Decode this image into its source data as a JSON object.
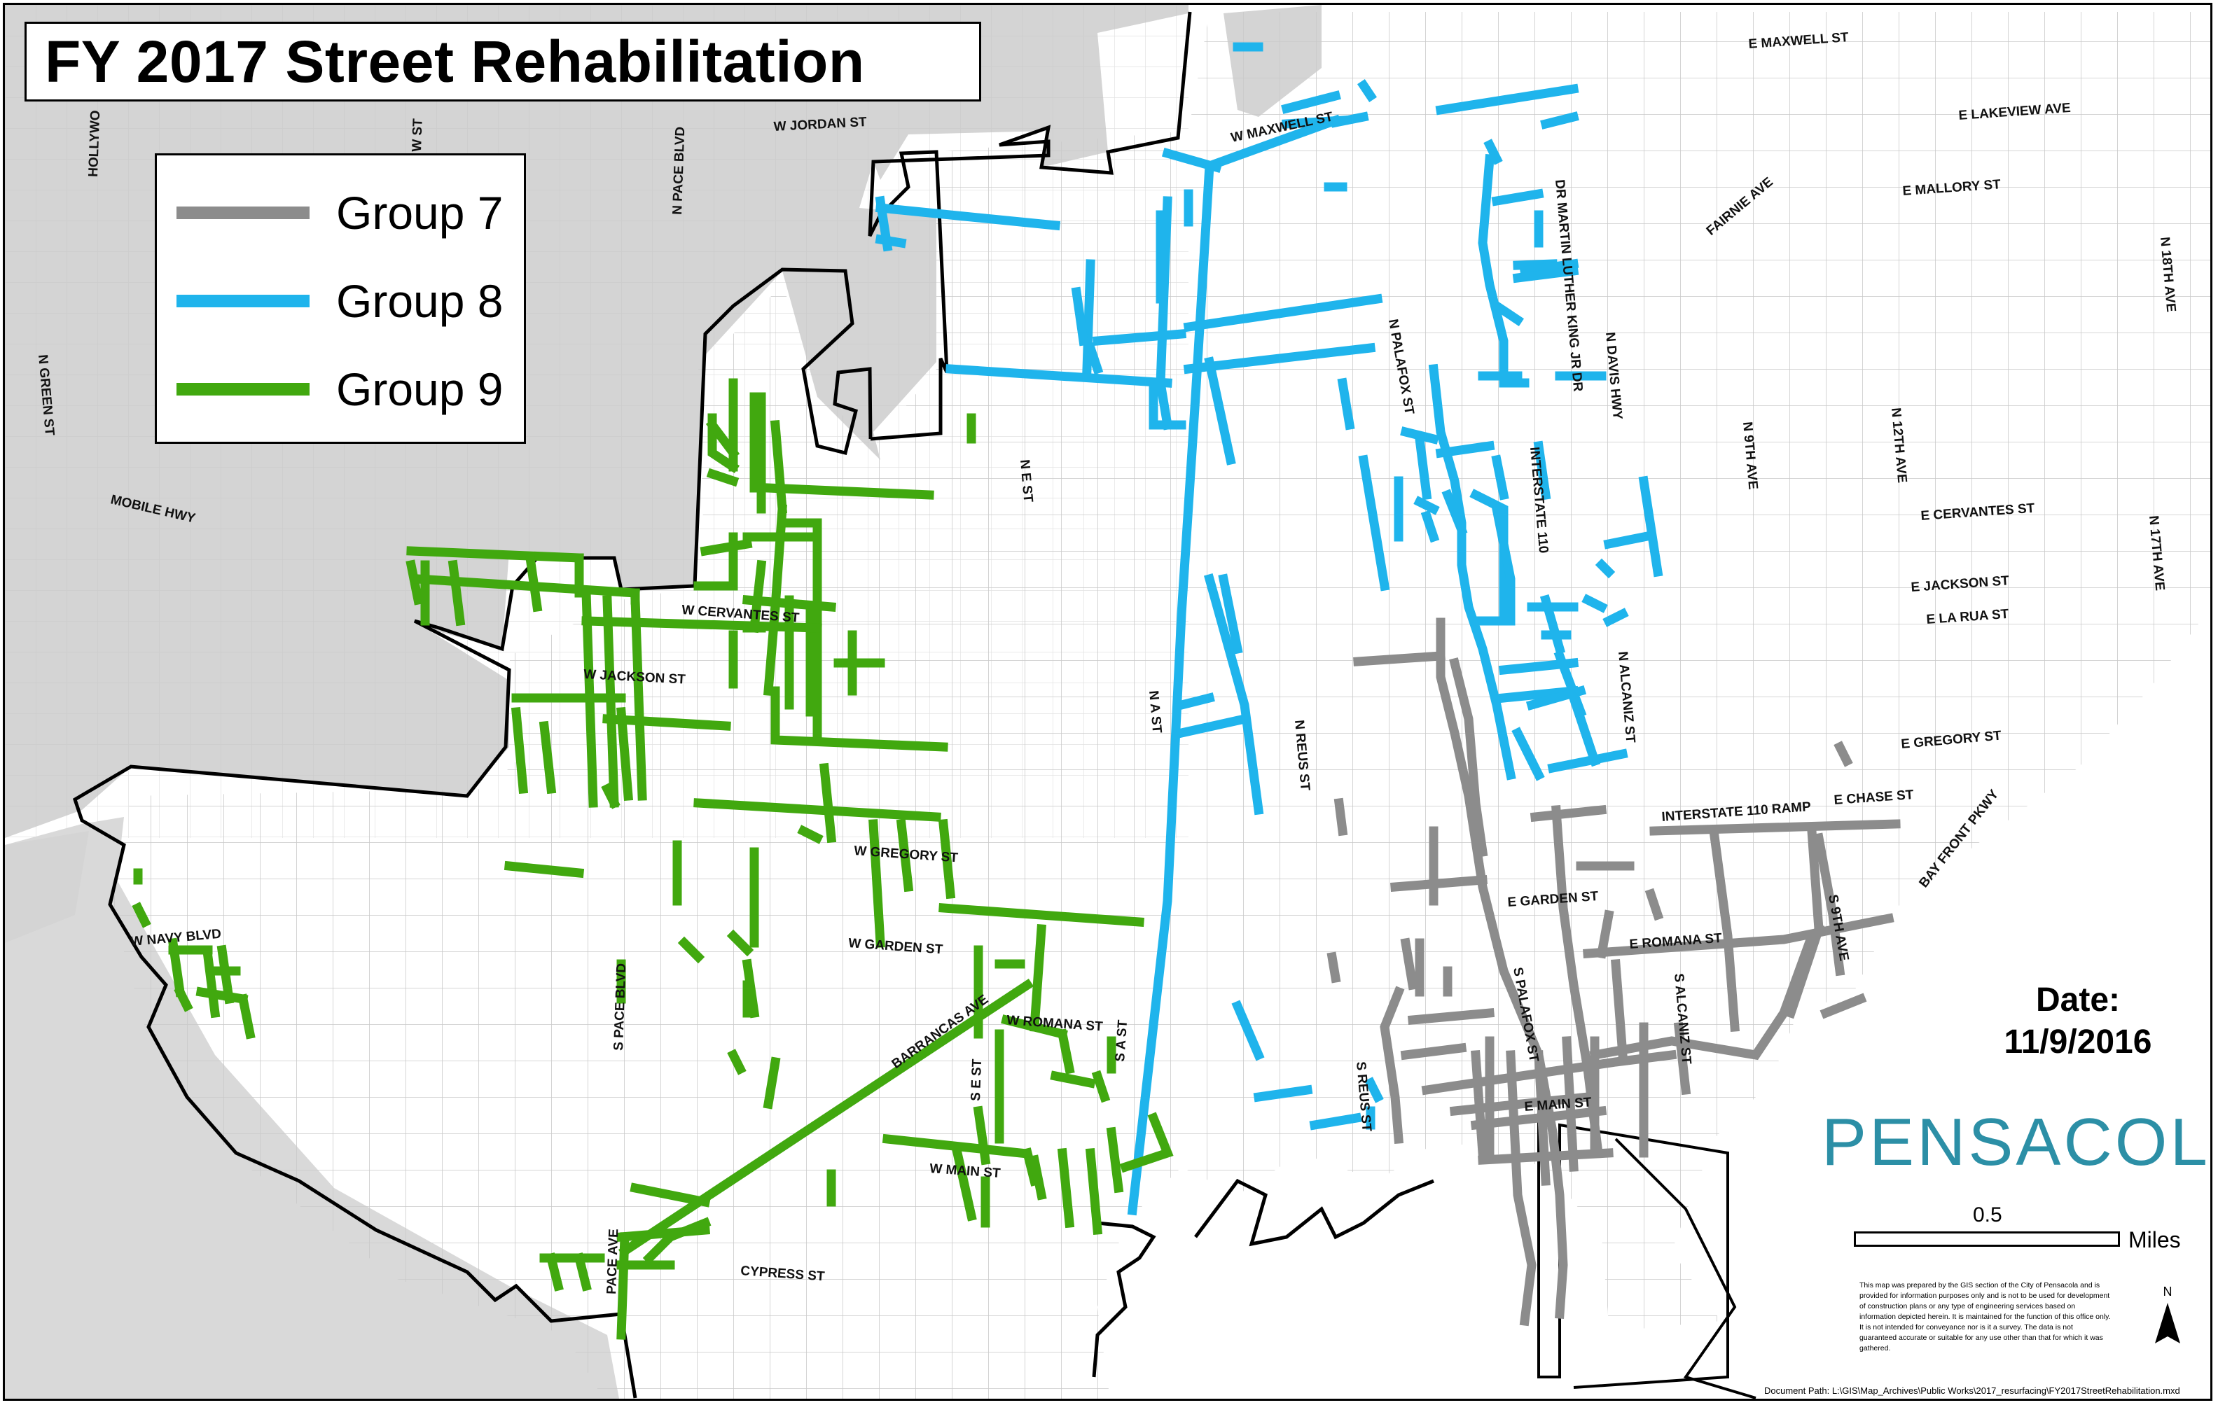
{
  "title": "FY 2017 Street Rehabilitation",
  "legend": [
    {
      "label": "Group 7",
      "color": "#8c8c8c"
    },
    {
      "label": "Group 8",
      "color": "#1fb4ec"
    },
    {
      "label": "Group 9",
      "color": "#41a80f"
    }
  ],
  "date": {
    "label": "Date:",
    "value": "11/9/2016"
  },
  "logo": {
    "text": "PENSACOLA"
  },
  "scale": {
    "value": "0.5",
    "unit": "Miles"
  },
  "north_arrow": {
    "label": "N"
  },
  "disclaimer": "This map was prepared by the GIS section of the City of Pensacola and is provided for information purposes only and is not to be used for development of construction plans or any type of engineering services based on information depicted herein. It is maintained for the function of this office only. It is not intended for conveyance nor is it a survey. The data is not guaranteed accurate or suitable for any use other than that for which it was gathered.",
  "document_path": "Document Path: L:\\GIS\\Map_Archives\\Public Works\\2017_resurfacing\\FY2017StreetRehabilitation.mxd",
  "street_labels": [
    "E MAXWELL ST",
    "W JORDAN ST",
    "W MAXWELL ST",
    "E LAKEVIEW AVE",
    "E MALLORY ST",
    "FAIRNIE AVE",
    "DR MARTIN LUTHER KING JR DR",
    "N 18TH AVE",
    "N PACE BLVD",
    "HOLLYWO",
    "W ST",
    "N GREEN ST",
    "MOBILE HWY",
    "N E ST",
    "N PALAFOX ST",
    "N DAVIS HWY",
    "N 9TH AVE",
    "N 12TH AVE",
    "INTERSTATE 110",
    "E CERVANTES ST",
    "N 17TH AVE",
    "E JACKSON ST",
    "E LA RUA ST",
    "W CERVANTES ST",
    "W JACKSON ST",
    "N A ST",
    "N REUS ST",
    "N ALCANIZ ST",
    "E GREGORY ST",
    "INTERSTATE 110 RAMP",
    "E CHASE ST",
    "BAY FRONT PKWY",
    "W GREGORY ST",
    "E GARDEN ST",
    "S 9TH AVE",
    "E ROMANA ST",
    "W NAVY BLVD",
    "W GARDEN ST",
    "BARRANCAS AVE",
    "W ROMANA ST",
    "S PALAFOX ST",
    "S ALCANIZ ST",
    "S PACE BLVD",
    "S E ST",
    "S A ST",
    "S REUS ST",
    "E MAIN ST",
    "W MAIN ST",
    "CYPRESS ST",
    "PACE AVE"
  ]
}
